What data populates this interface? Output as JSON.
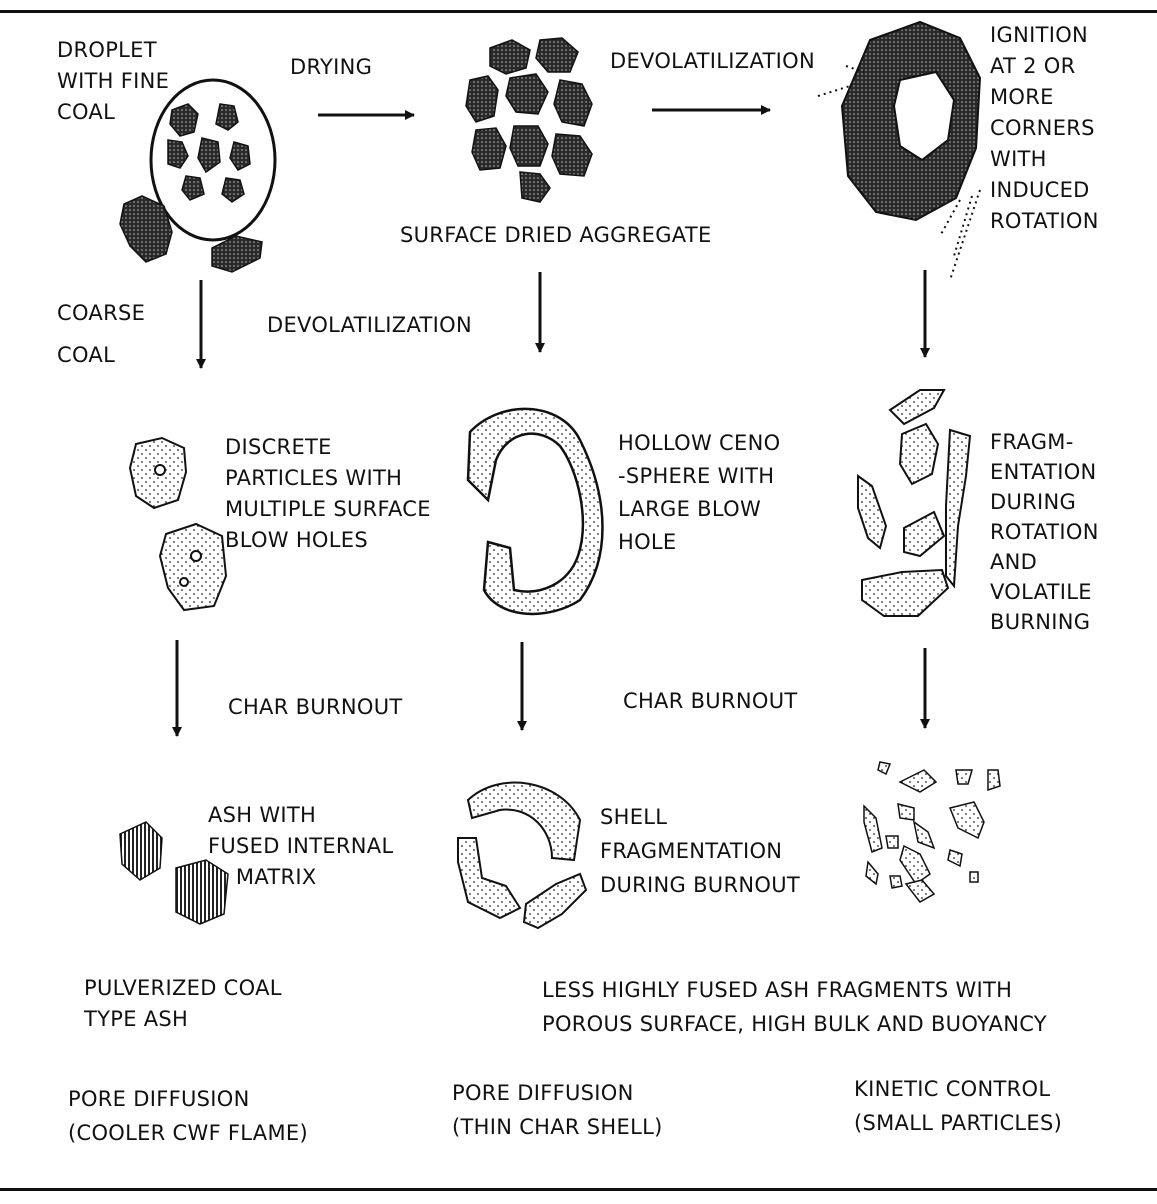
{
  "stages": {
    "droplet": "DROPLET\nWITH FINE\nCOAL",
    "drying": "DRYING",
    "devolatilization_top": "DEVOLATILIZATION",
    "ignition": "IGNITION\nAT 2 OR\nMORE\nCORNERS\nWITH\nINDUCED\nROTATION",
    "surface_dried": "SURFACE DRIED AGGREGATE",
    "coarse_coal": "COARSE\nCOAL",
    "devolatilization_mid": "DEVOLATILIZATION",
    "discrete_particles": "DISCRETE\nPARTICLES WITH\nMULTIPLE SURFACE\nBLOW HOLES",
    "hollow_cenosphere": "HOLLOW CENO\n-SPHERE WITH\nLARGE BLOW\nHOLE",
    "fragmentation": "FRAGM-\nENTATION\nDURING\nROTATION\nAND\nVOLATILE\nBURNING",
    "char_burnout_left": "CHAR BURNOUT",
    "char_burnout_right": "CHAR BURNOUT",
    "ash_fused": "ASH WITH\nFUSED INTERNAL\n    MATRIX",
    "shell_fragmentation": "SHELL\nFRAGMENTATION\nDURING BURNOUT"
  },
  "outcomes": {
    "pulverized": "PULVERIZED COAL\nTYPE ASH",
    "less_fused": "LESS HIGHLY FUSED ASH FRAGMENTS WITH\nPOROUS SURFACE, HIGH BULK AND BUOYANCY"
  },
  "mechanisms": {
    "left": "PORE DIFFUSION\n(COOLER CWF FLAME)",
    "middle": "PORE DIFFUSION\n(THIN CHAR SHELL)",
    "right": "KINETIC CONTROL\n(SMALL PARTICLES)"
  },
  "colors": {
    "ink": "#111111",
    "particle_fill": "#555555"
  }
}
